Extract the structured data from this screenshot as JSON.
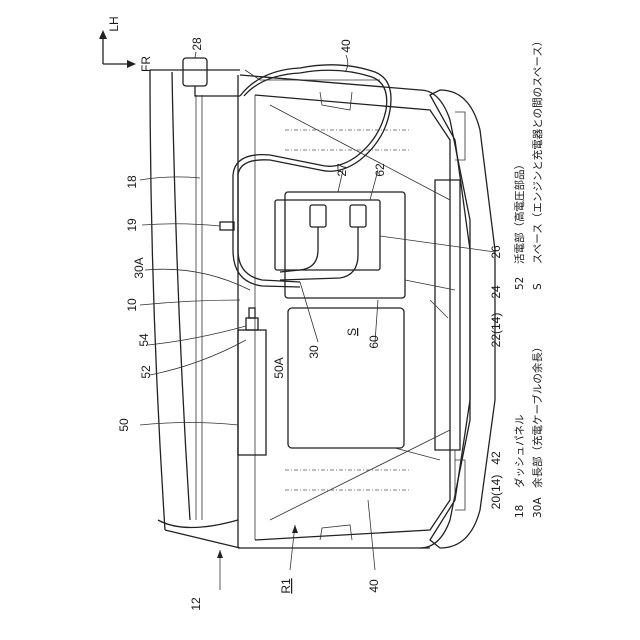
{
  "axes": {
    "up": "LH",
    "right": "FR"
  },
  "labels": {
    "l28": "28",
    "l40a": "40",
    "l18": "18",
    "l27": "27",
    "l62": "62",
    "l19": "19",
    "l30A": "30A",
    "l26": "26",
    "l10": "10",
    "l24": "24",
    "l54": "54",
    "l30": "30",
    "lS": "S",
    "l60": "60",
    "l22": "22(14)",
    "l52": "52",
    "l50A": "50A",
    "l50": "50",
    "l42": "42",
    "l20": "20(14)",
    "l12": "12",
    "lR1": "R1",
    "l40b": "40"
  },
  "legend": [
    {
      "num": "18",
      "text": "ダッシュパネル"
    },
    {
      "num": "30A",
      "text": "余長部（充電ケーブルの余長）"
    },
    {
      "num": "52",
      "text": "活電部（高電圧部品）"
    },
    {
      "num": "S",
      "text": "スペース（エンジンと充電器との間のスペース）"
    }
  ]
}
